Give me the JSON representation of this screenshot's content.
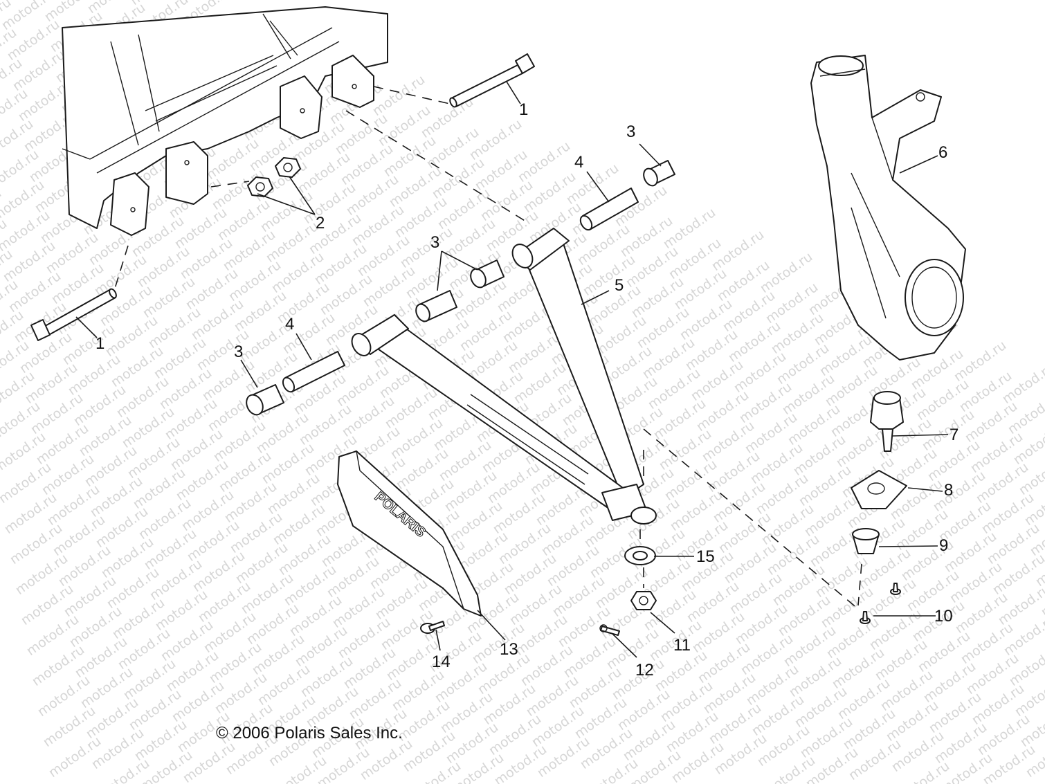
{
  "watermark": {
    "text": "motod.ru",
    "color": "#d6d6d6"
  },
  "copyright": "© 2006 Polaris Sales Inc.",
  "skid_plate_logo": "POLARIS",
  "callouts": [
    {
      "id": "c1a",
      "label": "1"
    },
    {
      "id": "c1b",
      "label": "1"
    },
    {
      "id": "c2",
      "label": "2"
    },
    {
      "id": "c3a",
      "label": "3"
    },
    {
      "id": "c3b",
      "label": "3"
    },
    {
      "id": "c3c",
      "label": "3"
    },
    {
      "id": "c4a",
      "label": "4"
    },
    {
      "id": "c4b",
      "label": "4"
    },
    {
      "id": "c5",
      "label": "5"
    },
    {
      "id": "c6",
      "label": "6"
    },
    {
      "id": "c7",
      "label": "7"
    },
    {
      "id": "c8",
      "label": "8"
    },
    {
      "id": "c9",
      "label": "9"
    },
    {
      "id": "c10",
      "label": "10"
    },
    {
      "id": "c11",
      "label": "11"
    },
    {
      "id": "c12",
      "label": "12"
    },
    {
      "id": "c13",
      "label": "13"
    },
    {
      "id": "c14",
      "label": "14"
    },
    {
      "id": "c15",
      "label": "15"
    }
  ]
}
